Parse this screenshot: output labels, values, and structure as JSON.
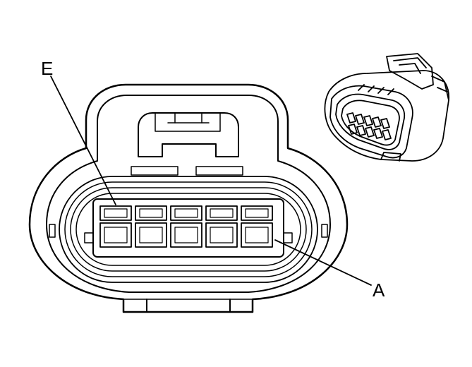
{
  "callouts": {
    "top_left": "E",
    "bottom_right": "A"
  },
  "terminal_count": 5,
  "colors": {
    "line": "#000000",
    "background": "#ffffff"
  }
}
